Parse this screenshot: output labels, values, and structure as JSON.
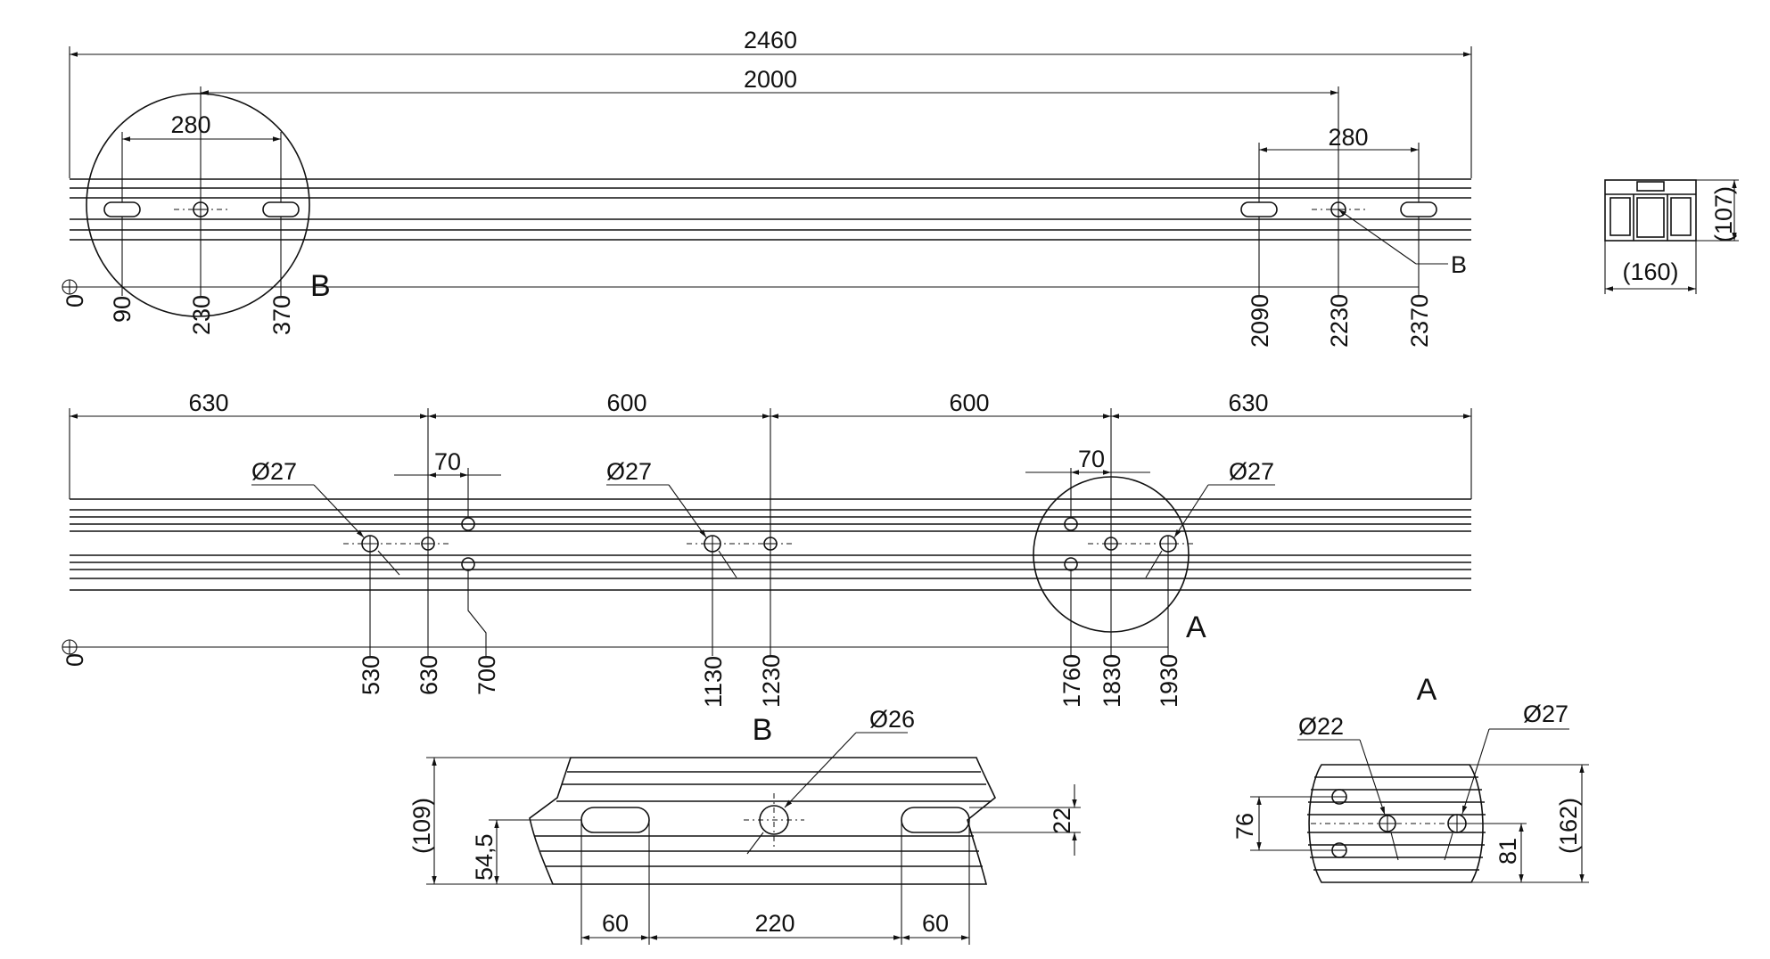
{
  "top_view": {
    "overall": "2460",
    "span": "2000",
    "slot_spacing_left": "280",
    "slot_spacing_right": "280",
    "detail_label": "B",
    "callout_label": "B",
    "origin": "0",
    "ordinates": [
      "90",
      "230",
      "370",
      "2090",
      "2230",
      "2370"
    ]
  },
  "section": {
    "width": "(160)",
    "height": "(107)"
  },
  "middle_view": {
    "spans": [
      "630",
      "600",
      "600",
      "630"
    ],
    "offset_left": "70",
    "offset_right": "70",
    "hole_diameters": [
      "Ø27",
      "Ø27",
      "Ø27"
    ],
    "detail_label": "A",
    "origin": "0",
    "ordinates": [
      "530",
      "630",
      "700",
      "1130",
      "1230",
      "1760",
      "1830",
      "1930"
    ]
  },
  "detail_b": {
    "title": "B",
    "hole_diameter": "Ø26",
    "height": "(109)",
    "center_height": "54,5",
    "slot_height": "22",
    "slot_width_left": "60",
    "slot_spacing": "220",
    "slot_width_right": "60"
  },
  "detail_a": {
    "title": "A",
    "small_hole_diameter": "Ø22",
    "large_hole_diameter": "Ø27",
    "small_hole_spacing": "76",
    "height": "(162)",
    "center_height": "81"
  }
}
